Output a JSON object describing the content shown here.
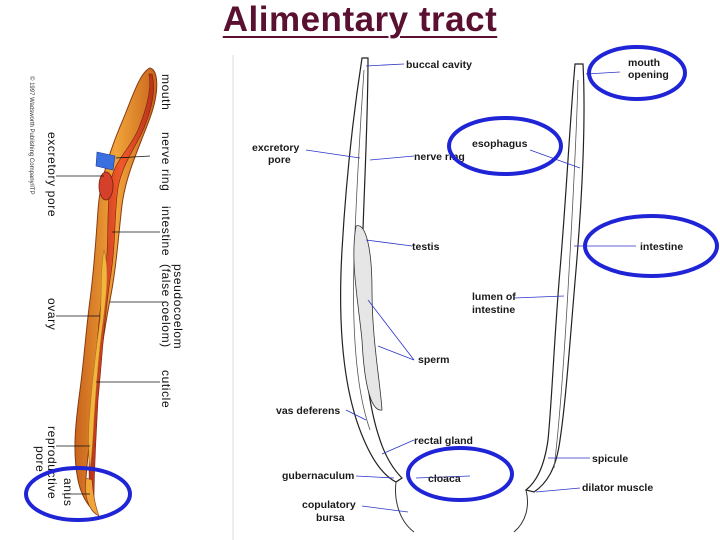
{
  "title": "Alimentary tract",
  "left_figure": {
    "labels_right": [
      "mouth",
      "nerve ring",
      "intestine",
      "pseudocoelom",
      "(false coelom)",
      "cuticle"
    ],
    "labels_left": [
      "excretory pore",
      "ovary",
      "reproductive",
      "pore",
      "anus"
    ],
    "copyright": "© 1997 Wadsworth Publishing Company/ITP"
  },
  "right_figure": {
    "labels": {
      "buccal_cavity": "buccal cavity",
      "mouth_opening_1": "mouth",
      "mouth_opening_2": "opening",
      "excretory_pore_1": "excretory",
      "excretory_pore_2": "pore",
      "nerve_ring": "nerve ring",
      "esophagus": "esophagus",
      "testis": "testis",
      "intestine": "intestine",
      "lumen_1": "lumen of",
      "lumen_2": "intestine",
      "sperm": "sperm",
      "vas_deferens": "vas deferens",
      "rectal_gland": "rectal gland",
      "spicule": "spicule",
      "gubernaculum": "gubernaculum",
      "cloaca": "cloaca",
      "dilator_muscle": "dilator muscle",
      "copulatory_bursa_1": "copulatory",
      "copulatory_bursa_2": "bursa"
    }
  },
  "colors": {
    "title": "#5a1030",
    "highlight_ellipse": "#1f24d6",
    "leader_line": "#2b35c8",
    "body_outer": "#e8962a",
    "body_inner": "#e04a1a",
    "ovary": "#f2b63c"
  }
}
